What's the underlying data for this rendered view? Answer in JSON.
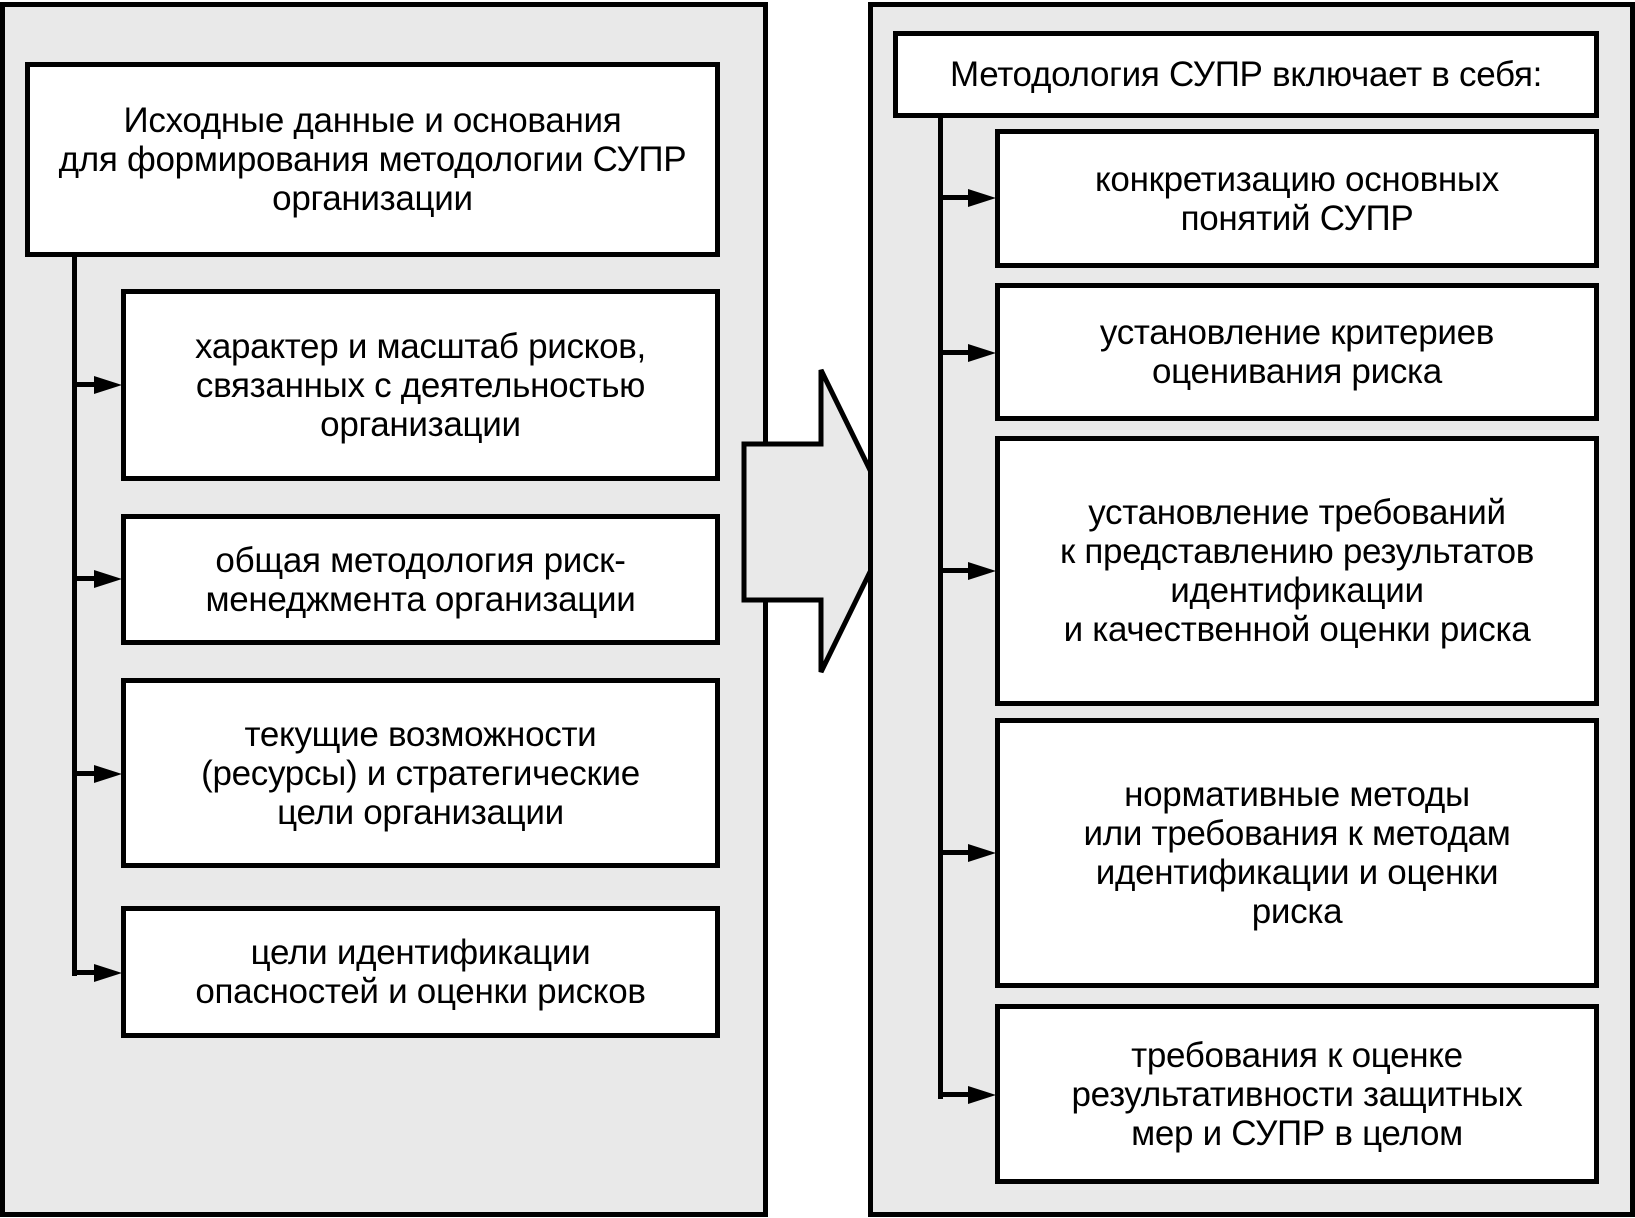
{
  "left_panel": {
    "header": "Исходные данные и основания\nдля формирования методологии СУПР\nорганизации",
    "items": [
      {
        "label": "характер и масштаб рисков,\nсвязанных с деятельностью\nорганизации"
      },
      {
        "label": "общая методология риск-\nменеджмента организации"
      },
      {
        "label": "текущие возможности\n(ресурсы) и стратегические\nцели организации"
      },
      {
        "label": "цели идентификации\nопасностей и оценки рисков"
      }
    ]
  },
  "right_panel": {
    "header": "Методология СУПР включает в себя:",
    "items": [
      {
        "label": "конкретизацию основных\nпонятий СУПР"
      },
      {
        "label": "установление критериев\nоценивания риска"
      },
      {
        "label": "установление требований\nк представлению результатов\nидентификации\nи качественной оценки риска"
      },
      {
        "label": "нормативные методы\nили требования к методам\nидентификации и оценки\nриска"
      },
      {
        "label": "требования к оценке\nрезультативности защитных\nмер и СУПР в целом"
      }
    ]
  },
  "colors": {
    "panel_fill": "#e9e9e9",
    "box_fill": "#ffffff",
    "stroke": "#000000"
  }
}
